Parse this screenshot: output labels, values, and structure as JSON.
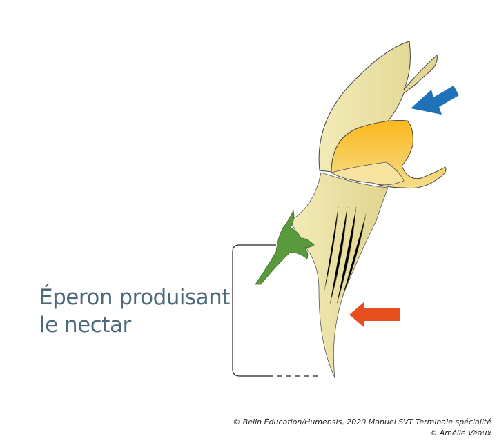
{
  "label": {
    "line1": "Éperon produisant",
    "line2": "le nectar"
  },
  "credits": {
    "line1": "© Belin Éducation/Humensis, 2020 Manuel SVT Terminale spécialité",
    "line2": "© Amélie Veaux"
  },
  "colors": {
    "petal": "#eee5a8",
    "lip": "#fbbd2a",
    "sepal": "#5a9a3c",
    "blue_arrow": "#1f72b8",
    "orange_arrow": "#e64e1e",
    "label_text": "#4d6a7a"
  }
}
